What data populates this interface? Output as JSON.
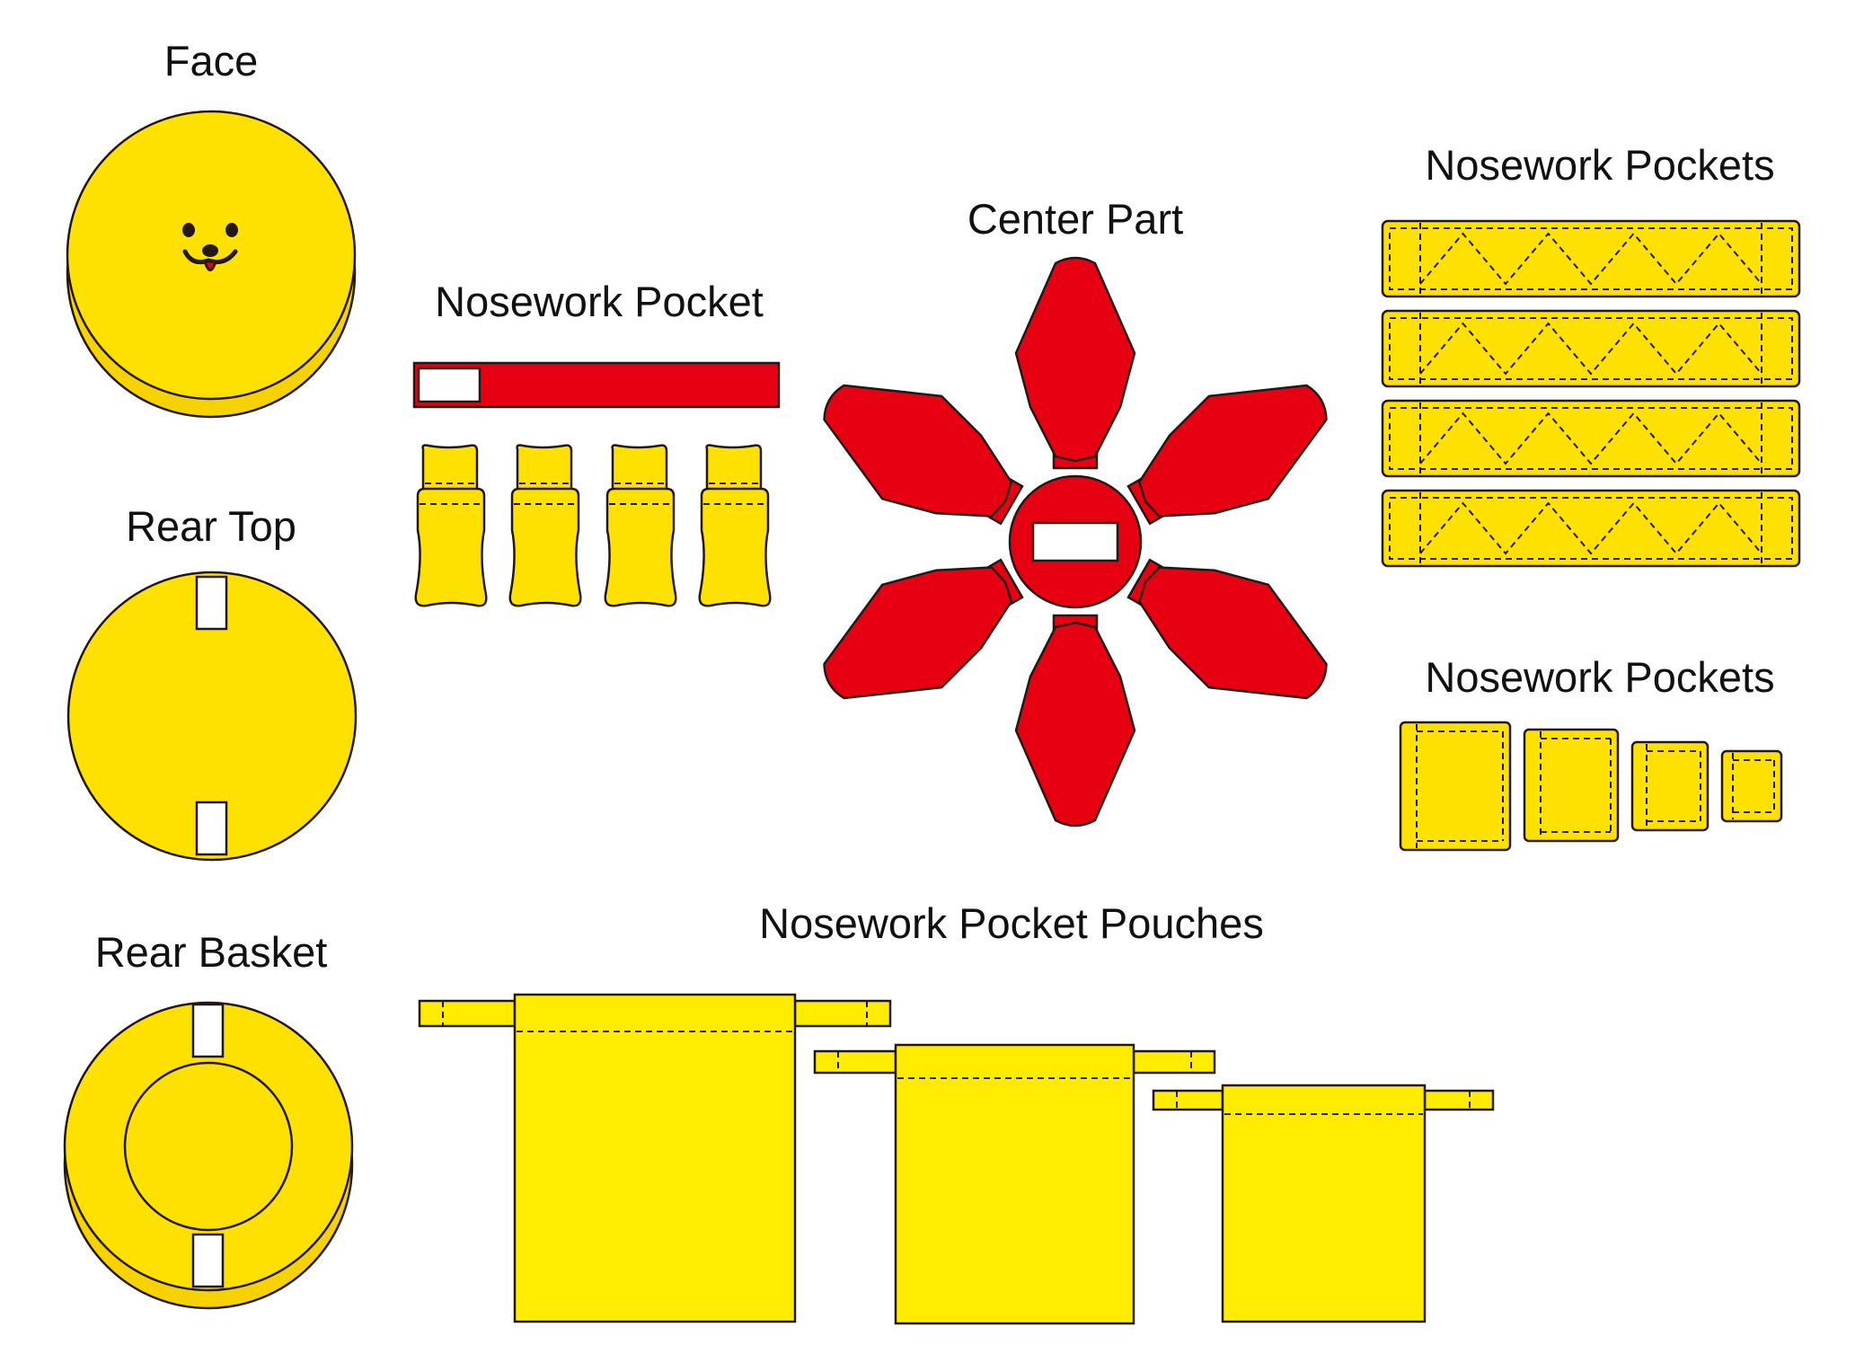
{
  "labels": {
    "face": "Face",
    "rear_top": "Rear Top",
    "rear_basket": "Rear Basket",
    "nosework_pocket": "Nosework Pocket",
    "center_part": "Center Part",
    "nosework_pockets_strips": "Nosework Pockets",
    "nosework_pockets_squares": "Nosework Pockets",
    "pouches": "Nosework Pocket Pouches"
  },
  "colors": {
    "yellow": "#FFE100",
    "yellow_dark": "#F5D200",
    "pouch_yellow": "#FFEC00",
    "red": "#E60012",
    "outline": "#231815",
    "white": "#ffffff"
  }
}
